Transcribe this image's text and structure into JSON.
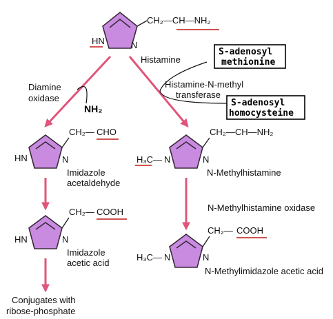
{
  "histamine": {
    "chain": "CH₂—CH—NH₂",
    "hn": "HN",
    "n": "N",
    "name": "Histamine"
  },
  "diamine_oxidase": {
    "line1": "Diamine",
    "line2": "oxidase",
    "byproduct": "NH₂"
  },
  "methyltransferase": {
    "line1": "Histamine-N-methyl",
    "line2": "transferase"
  },
  "sam_box": {
    "line1": "S-adenosyl",
    "line2": "methionine"
  },
  "sah_box": {
    "line1": "S-adenosyl",
    "line2": "homocysteine"
  },
  "imidazole_acetaldehyde": {
    "chain_prefix": "CH₂—",
    "chain_group": "CHO",
    "hn": "HN",
    "n": "N",
    "line1": "Imidazole",
    "line2": "acetaldehyde"
  },
  "methylhistamine": {
    "chain": "CH₂—CH—NH₂",
    "methyl": "H₃C—",
    "n_ring": "N",
    "n_right": "N",
    "name": "N-Methylhistamine"
  },
  "imidazole_acetic_acid": {
    "chain_prefix": "CH₂—",
    "chain_group": "COOH",
    "hn": "HN",
    "n": "N",
    "line1": "Imidazole",
    "line2": "acetic acid"
  },
  "methylhistamine_oxidase": {
    "label": "N-Methylhistamine oxidase"
  },
  "methylimidazole_acetic_acid": {
    "chain_prefix": "CH₂—",
    "chain_group": "COOH",
    "methyl": "H₃C—",
    "n_ring": "N",
    "n_right": "N",
    "name": "N-Methylimidazole acetic acid"
  },
  "conjugates": {
    "line1": "Conjugates with",
    "line2": "ribose-phosphate"
  },
  "colors": {
    "ring_fill": "#c88be0",
    "arrow": "#e0557a",
    "underline": "#c01818"
  }
}
